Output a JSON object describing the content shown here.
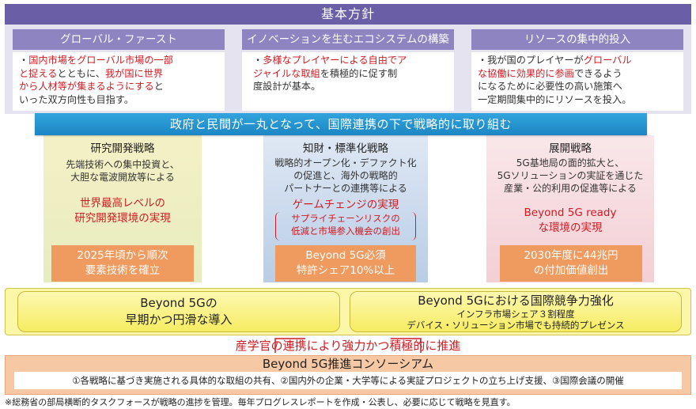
{
  "header": {
    "title": "基本方針"
  },
  "policies": [
    {
      "title": "グローバル・ファースト",
      "lines": [
        [
          {
            "t": "・",
            "c": "bul"
          },
          {
            "t": "国内市場をグローバル市場の一部",
            "c": "red"
          }
        ],
        [
          {
            "t": "と捉える",
            "c": "red"
          },
          {
            "t": "とともに、",
            "c": "bul"
          },
          {
            "t": "我が国に世界",
            "c": "red"
          }
        ],
        [
          {
            "t": "から人材等が集まるようにする",
            "c": "red"
          },
          {
            "t": "と",
            "c": "bul"
          }
        ],
        [
          {
            "t": "いった双方向性も目指す。",
            "c": "bul"
          }
        ]
      ]
    },
    {
      "title": "イノベーションを生むエコシステムの構築",
      "lines": [
        [
          {
            "t": "・",
            "c": "bul"
          },
          {
            "t": "多様なプレイヤーによる自由でア",
            "c": "red"
          }
        ],
        [
          {
            "t": "ジャイルな取組",
            "c": "red"
          },
          {
            "t": "を積極的に促す制",
            "c": "bul"
          }
        ],
        [
          {
            "t": "度設計が基本。",
            "c": "bul"
          }
        ]
      ]
    },
    {
      "title": "リソースの集中的投入",
      "lines": [
        [
          {
            "t": "・我が国のプレイヤーが",
            "c": "bul"
          },
          {
            "t": "グローバル",
            "c": "red"
          }
        ],
        [
          {
            "t": "な協働に効果的に参画",
            "c": "red"
          },
          {
            "t": "できるよう",
            "c": "bul"
          }
        ],
        [
          {
            "t": "になるために必要性の高い施策へ",
            "c": "bul"
          }
        ],
        [
          {
            "t": "一定期間集中的にリソースを投入。",
            "c": "bul"
          }
        ]
      ]
    }
  ],
  "banner": "政府と民間が一丸となって、国際連携の下で戦略的に取り組む",
  "strategies": [
    {
      "title": "研究開発戦略",
      "text": [
        "先端技術への集中投資と、",
        "大胆な電波開放等による"
      ],
      "red": [
        "世界最高レベルの",
        "研究開発環境の実現"
      ],
      "box": [
        "2025年頃から順次",
        "要素技術を確立"
      ]
    },
    {
      "title": "知財・標準化戦略",
      "text": [
        "戦略的オープン化・デファクト化",
        "の促進と、海外の戦略的",
        "パートナーとの連携等による"
      ],
      "red": [
        "ゲームチェンジの実現"
      ],
      "sub": [
        "サプライチェーンリスクの",
        "低減と市場参入機会の創出"
      ],
      "box": [
        "Beyond 5G必須",
        "特許シェア10%以上"
      ]
    },
    {
      "title": "展開戦略",
      "text": [
        "5G基地局の面的拡大と、",
        "5Gソリューションの実証を通じた",
        "産業・公的利用の促進等による"
      ],
      "red": [
        "Beyond 5G ready",
        "な環境の実現"
      ],
      "box": [
        "2030年度に44兆円",
        "の付加価値創出"
      ]
    }
  ],
  "goals": {
    "left": [
      "Beyond 5Gの",
      "早期かつ円滑な導入"
    ],
    "right": {
      "title": "Beyond 5Gにおける国際競争力強化",
      "lines": [
        "インフラ市場シェア３割程度",
        "デバイス・ソリューション市場でも持続的プレゼンス"
      ]
    }
  },
  "promotion": "産学官の連携により強力かつ積極的に推進",
  "consortium": {
    "title": "Beyond 5G推進コンソーシアム",
    "detail": "①各戦略に基づき実施される具体的な取組の共有、②国内外の企業・大学等による実証プロジェクトの立ち上げ支援、③国際会議の開催"
  },
  "footnote": "※総務省の部局横断的タスクフォースが戦略の進捗を管理。毎年プログレスレポートを作成・公表し、必要に応じて戦略を見直す。"
}
